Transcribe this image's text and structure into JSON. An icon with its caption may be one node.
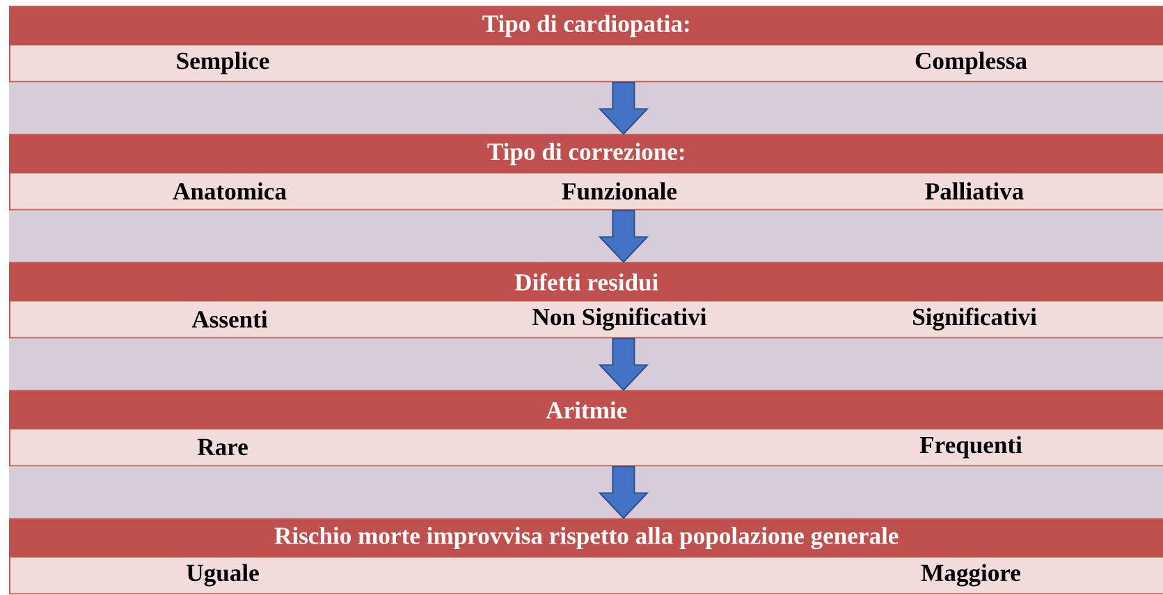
{
  "diagram": {
    "nodes": [
      {
        "text": [
          "Tipo di cardiopatia:",
          "Semplice",
          "Complessa"
        ]
      },
      {
        "text": [
          "Tipo di correzione:",
          "Anatomica",
          "Funzionale",
          "Palliativa"
        ]
      },
      {
        "text": [
          "Difetti residui",
          "Assenti",
          "Non Significativi",
          "Significativi"
        ]
      },
      {
        "text": [
          "Aritmie",
          "Rare",
          "Frequenti"
        ]
      },
      {
        "text": [
          "Rischio morte improvvisa rispetto alla popolazione generale",
          "Uguale",
          "Maggiore"
        ]
      }
    ],
    "edges": [
      {
        "from": 0,
        "to": 1,
        "arrow": "to"
      },
      {
        "from": 1,
        "to": 2,
        "arrow": "to"
      },
      {
        "from": 2,
        "to": 3,
        "arrow": "to"
      },
      {
        "from": 3,
        "to": 4,
        "arrow": "to"
      }
    ]
  }
}
